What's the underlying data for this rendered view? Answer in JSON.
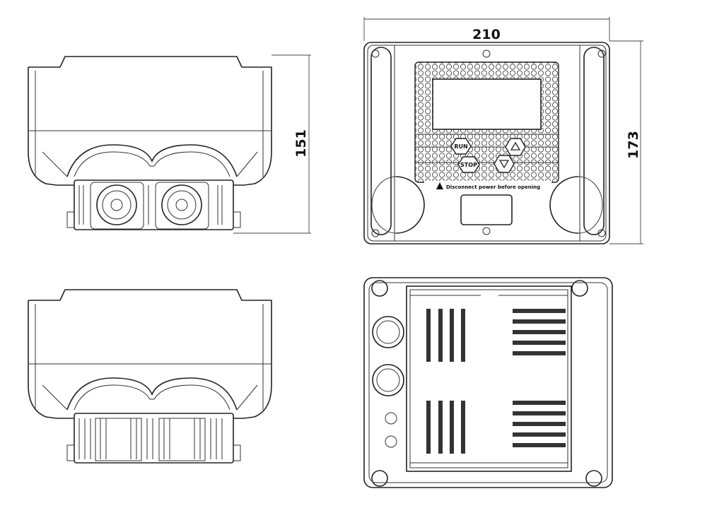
{
  "dimensions": {
    "width": "210",
    "side_height": "151",
    "front_height": "173"
  },
  "keypad": {
    "run_label": "RUN",
    "stop_label": "STOP",
    "up_icon": "triangle-up-icon",
    "down_icon": "triangle-down-icon"
  },
  "warning": {
    "icon": "warning-triangle-icon",
    "text": "Disconnect power before opening"
  }
}
